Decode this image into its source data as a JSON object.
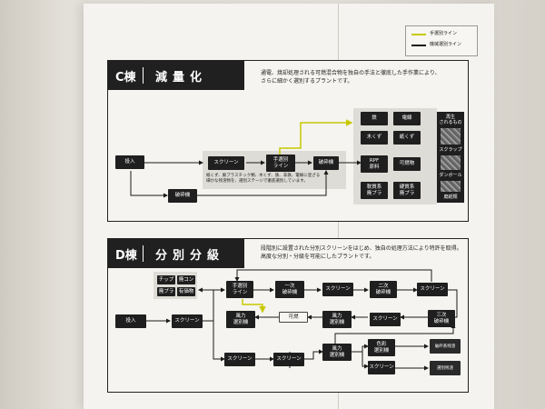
{
  "legend": {
    "manual_label": "手選別ライン",
    "machine_label": "機械選別ライン",
    "manual_color": "#c8c800",
    "machine_color": "#1a1a1a"
  },
  "sectionC": {
    "code": "C棟",
    "name": "減量化",
    "desc_line1": "通電、焼却処理される可燃混合物を独自の手法と徹底した手作業により、",
    "desc_line2": "さらに細かく選別するプラントです。",
    "nodes": {
      "input": "投入",
      "screen": "スクリーン",
      "manual": "手選別\nライン",
      "crusher1": "破砕機",
      "crusher2": "破砕機",
      "iron": "鉄",
      "wire": "電線",
      "wood": "木くず",
      "paper": "紙くず",
      "rpf": "RPF\n原料",
      "fuel": "可燃物",
      "soft_plastic": "軟質系\n廃プラ",
      "hard_plastic": "硬質系\n廃プラ"
    },
    "note": "紙くず、廃プラスチック類、木くず、鉄、非鉄、電線に混ざる\n細かな残渣物を、選別ステージで徹底選別しています。",
    "photos": {
      "title": "再生\nされるもの",
      "cap1": "スクラップ",
      "cap2": "ダンボール",
      "cap3": "廃紙類"
    }
  },
  "sectionD": {
    "code": "D棟",
    "name": "分別分級",
    "desc_line1": "段階別に設置された分別スクリーンをはじめ、独自の処理方法により特許を取得。",
    "desc_line2": "高度な分別・分級を可能にしたプラントです。",
    "nodes": {
      "chip": "チップ",
      "pc": "廃コン",
      "waste_plastic": "廃プラ",
      "valuable": "有価物",
      "input": "投入",
      "screen_a": "スクリーン",
      "manual": "手選別\nライン",
      "primary": "一次\n破砕機",
      "screen_b": "スクリーン",
      "secondary": "二次\n破砕機",
      "screen_c": "スクリーン",
      "wind1": "風力\n選別機",
      "combustible": "可燃",
      "wind2": "風力\n選別機",
      "screen_d": "スクリーン",
      "tertiary": "三次\n破砕機",
      "screen_e": "スクリーン",
      "screen_f": "スクリーン",
      "wind3": "風力\n選別機",
      "color_sort": "色彩\n選別機",
      "screen_g": "スクリーン",
      "out1": "破砕系残渣",
      "out2": "選別残渣"
    }
  }
}
